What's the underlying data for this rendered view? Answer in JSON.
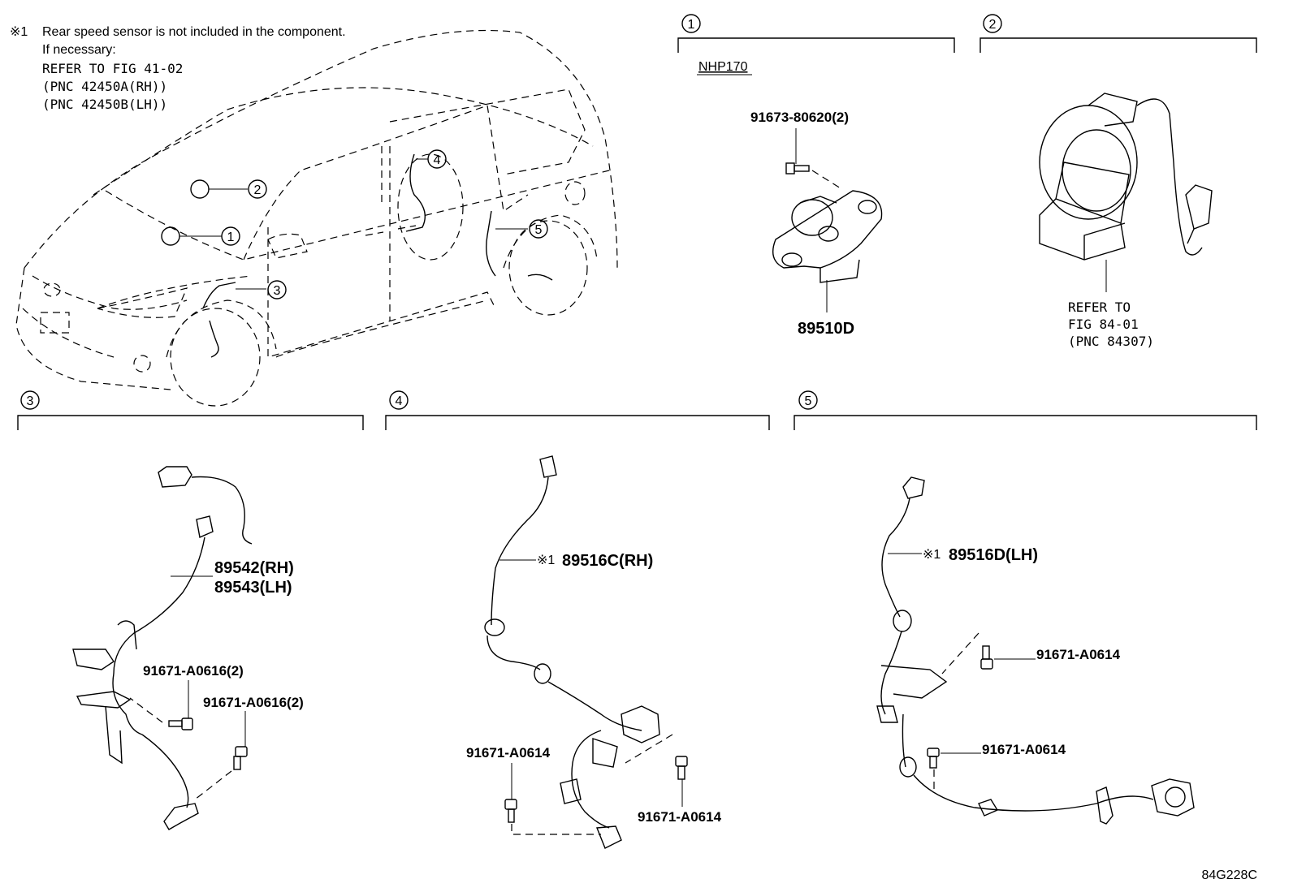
{
  "note": {
    "mark": "※1",
    "line1": "Rear speed sensor is not included in the component.",
    "line2": "If necessary:",
    "line3": "REFER TO FIG 41-02",
    "line4": "(PNC 42450A(RH))",
    "line5": "(PNC 42450B(LH))"
  },
  "callouts": [
    "1",
    "2",
    "3",
    "4",
    "5"
  ],
  "section1": {
    "number": "1",
    "model": "NHP170",
    "bolt": "91673-80620(2)",
    "part": "89510D"
  },
  "section2": {
    "number": "2",
    "refer1": "REFER TO",
    "refer2": "FIG 84-01",
    "refer3": "(PNC 84307)"
  },
  "section3": {
    "number": "3",
    "part_rh": "89542(RH)",
    "part_lh": "89543(LH)",
    "bolt_a": "91671-A0616(2)",
    "bolt_b": "91671-A0616(2)"
  },
  "section4": {
    "number": "4",
    "mark": "※1",
    "part": "89516C(RH)",
    "bolt_a": "91671-A0614",
    "bolt_b": "91671-A0614"
  },
  "section5": {
    "number": "5",
    "mark": "※1",
    "part": "89516D(LH)",
    "bolt_a": "91671-A0614",
    "bolt_b": "91671-A0614"
  },
  "figure_code": "84G228C"
}
